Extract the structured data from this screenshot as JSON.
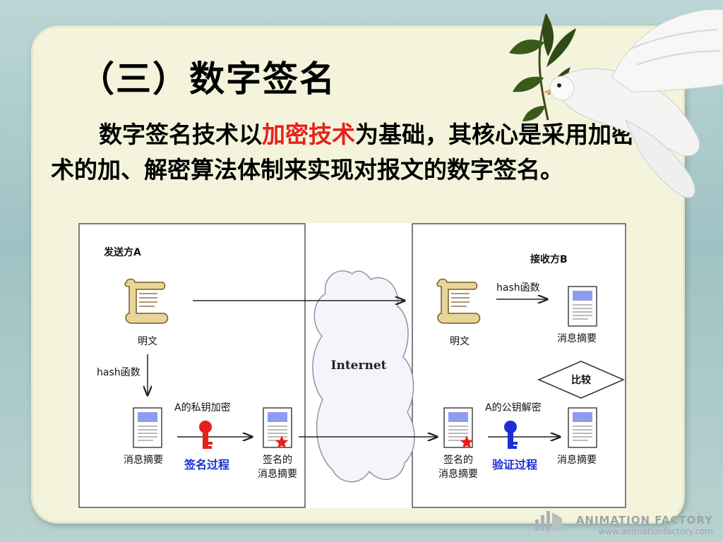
{
  "slide": {
    "title": "（三）数字签名",
    "paragraph": {
      "before": "数字签名技术以",
      "highlight": "加密技术",
      "after": "为基础，其核心是采用加密技术的加、解密算法体制来实现对报文的数字签名。",
      "highlight_color": "#e8201c"
    }
  },
  "diagram": {
    "sender_title": "发送方A",
    "receiver_title": "接收方B",
    "plaintext": "明文",
    "hash_fn": "hash函数",
    "digest": "消息摘要",
    "signed_line1": "签名的",
    "signed_line2": "消息摘要",
    "private_key_encrypt": "A的私钥加密",
    "public_key_decrypt": "A的公钥解密",
    "sign_process": "签名过程",
    "verify_process": "验证过程",
    "compare": "比较",
    "internet": "Internet",
    "key_red_color": "#e8201c",
    "key_blue_color": "#1b2fd0"
  },
  "footer": {
    "brand": "ANIMATION FACTORY",
    "url": "www.animationfactory.com"
  },
  "icons": {
    "dove": "dove-with-olive-branch-icon",
    "scroll": "scroll-icon",
    "document": "document-icon",
    "key": "key-icon",
    "star": "star-icon"
  }
}
